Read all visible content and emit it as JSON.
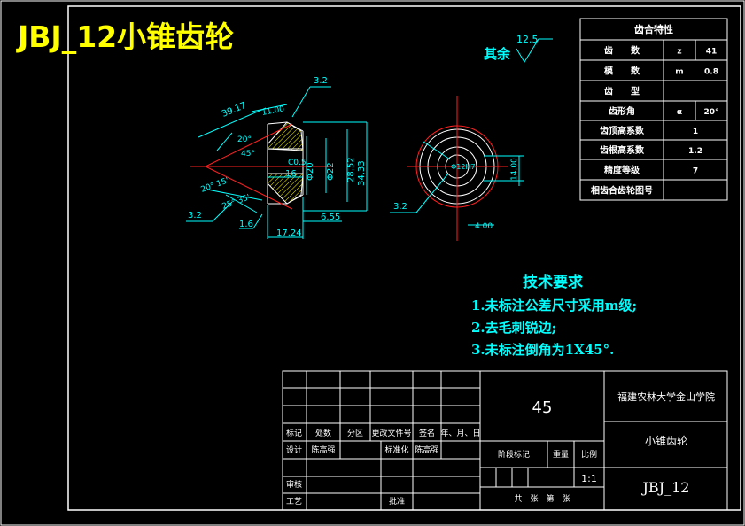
{
  "title": "JBJ_12小锥齿轮",
  "roughness_note": {
    "label": "其余",
    "value": "12.5"
  },
  "gear_table": {
    "header": "齿合特性",
    "rows": [
      {
        "name": "齿　　数",
        "symbol": "z",
        "value": "41"
      },
      {
        "name": "模　　数",
        "symbol": "m",
        "value": "0.8"
      },
      {
        "name": "齿　　型",
        "symbol": "",
        "value": ""
      },
      {
        "name": "齿形角",
        "symbol": "α",
        "value": "20°"
      },
      {
        "name": "齿顶高系数",
        "symbol": "",
        "value": "1"
      },
      {
        "name": "齿根高系数",
        "symbol": "",
        "value": "1.2"
      },
      {
        "name": "精度等级",
        "symbol": "",
        "value": "7"
      },
      {
        "name": "相齿合齿轮图号",
        "symbol": "",
        "value": ""
      }
    ]
  },
  "dimensions": {
    "slant": "39.17",
    "face": "11.00",
    "ang1": "20°",
    "ang2": "45°",
    "ang3": "20° 15'",
    "ang4": "25° 35'",
    "chamfer": "C0.5",
    "bore_len": "16",
    "d20": "Φ20",
    "d22": "Φ22",
    "d2852": "28.52",
    "d3433": "34.33",
    "w655": "6.55",
    "w1724": "17.24",
    "r32": "3.2",
    "r16": "1.6",
    "r32b": "3.2",
    "r32c": "3.2",
    "bore": "Φ12H7",
    "key_h": "14.00",
    "key_w": "4.00"
  },
  "tech_req": {
    "title": "技术要求",
    "items": [
      "1.未标注公差尺寸采用m级;",
      "2.去毛刺锐边;",
      "3.未标注倒角为1X45°."
    ]
  },
  "title_block": {
    "material": "45",
    "school": "福建农林大学金山学院",
    "part_name": "小锥齿轮",
    "drawing_no": "JBJ_12",
    "scale": "1:1",
    "labels": {
      "mark": "标记",
      "count": "处数",
      "zone": "分区",
      "doc": "更改文件号",
      "sign": "签名",
      "date": "年、月、日",
      "design": "设计",
      "designer": "陈高强",
      "std": "标准化",
      "std_name": "陈高强",
      "stage": "阶段标记",
      "weight": "重量",
      "ratio": "比例",
      "review": "审核",
      "process": "工艺",
      "approve": "批准",
      "sheets": "共　张　第　张"
    }
  }
}
